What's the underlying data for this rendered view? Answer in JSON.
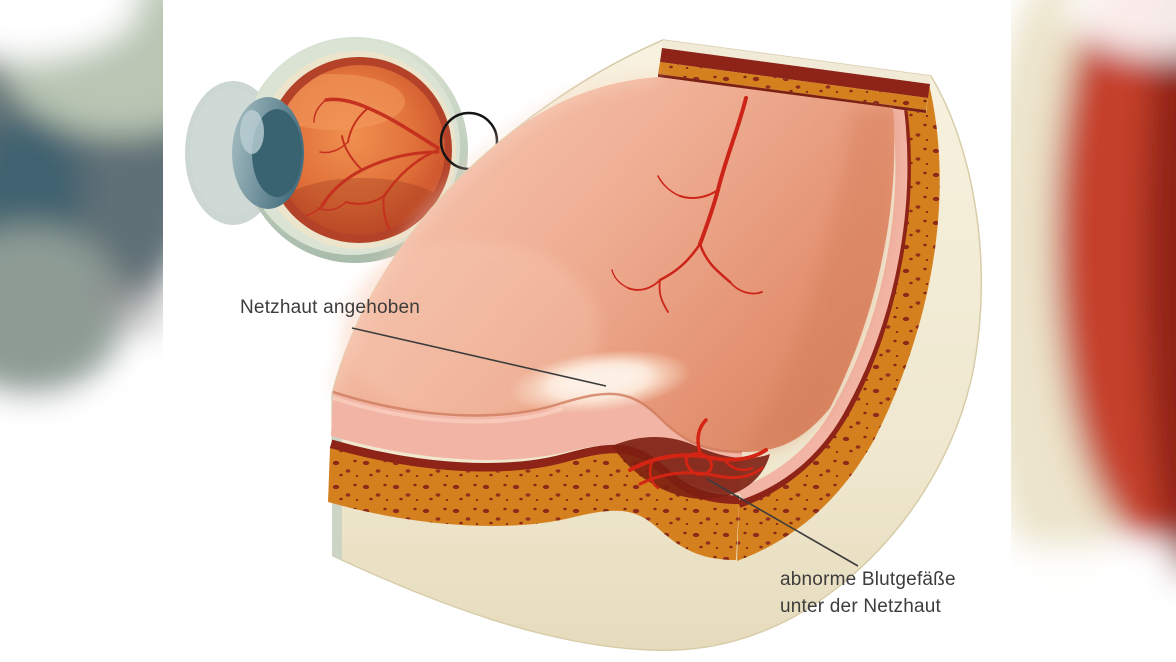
{
  "illustration": {
    "language": "de",
    "subject": "eye-retina-cross-section",
    "labels": {
      "retina_elevated": "Netzhaut angehoben",
      "abnormal_vessels_line1": "abnorme Blutgefäße",
      "abnormal_vessels_line2": "unter der Netzhaut"
    },
    "palette": {
      "background": "#ffffff",
      "label_text": "#3c3c3c",
      "leader_line": "#3c3c3c",
      "sclera_cream": "#f1ead6",
      "sclera_cream_shadow": "#d9cfae",
      "choroid_orange": "#d4801f",
      "choroid_speckle": "#8c2a1a",
      "dark_red_layer": "#8e2318",
      "retina_pink_band": "#f2b4a4",
      "retina_surface_light": "#f6c7b2",
      "retina_surface_dark": "#d8825f",
      "bump_highlight": "#fdf1e7",
      "vessel_red": "#cc2418",
      "pocket_dark_red": "#7c1f12",
      "eye_sclera_grey": "#c9d4c4",
      "eye_ring_red": "#b34228",
      "eye_interior_orange": "#dd6a35",
      "lens_blue_grey": "#456e7e",
      "annotation_circle": "#141414"
    }
  }
}
